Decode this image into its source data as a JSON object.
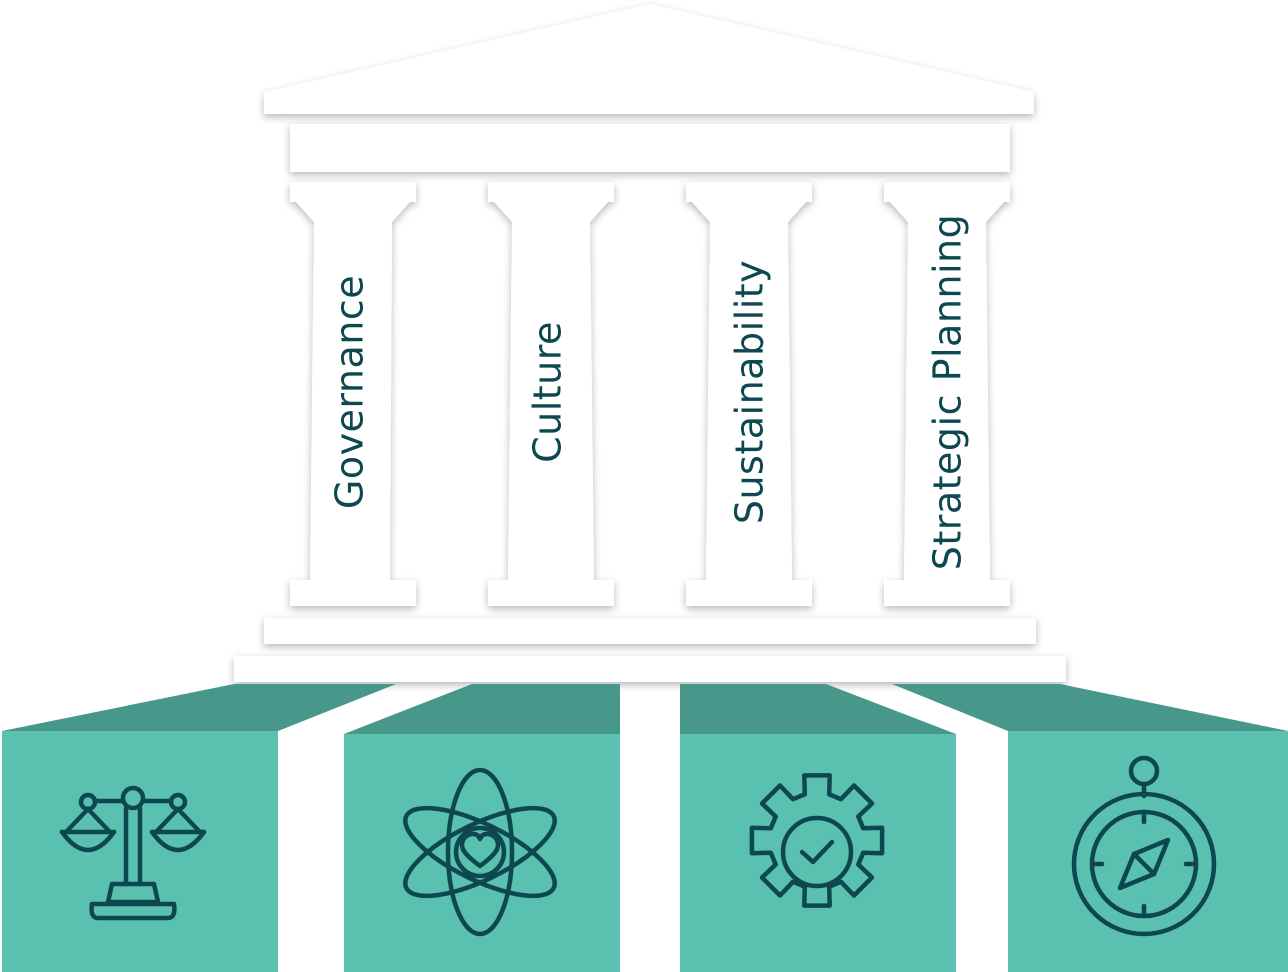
{
  "pillars": [
    {
      "label": "Governance",
      "icon": "scales-icon"
    },
    {
      "label": "Culture",
      "icon": "atom-heart-icon"
    },
    {
      "label": "Sustainability",
      "icon": "gear-check-icon"
    },
    {
      "label": "Strategic Planning",
      "icon": "compass-icon"
    }
  ],
  "colors": {
    "temple": "#ffffff",
    "tile_front": "#5ac1b0",
    "tile_top": "#47978a",
    "icon_stroke": "#0d4750",
    "label_text": "#0d4750"
  }
}
